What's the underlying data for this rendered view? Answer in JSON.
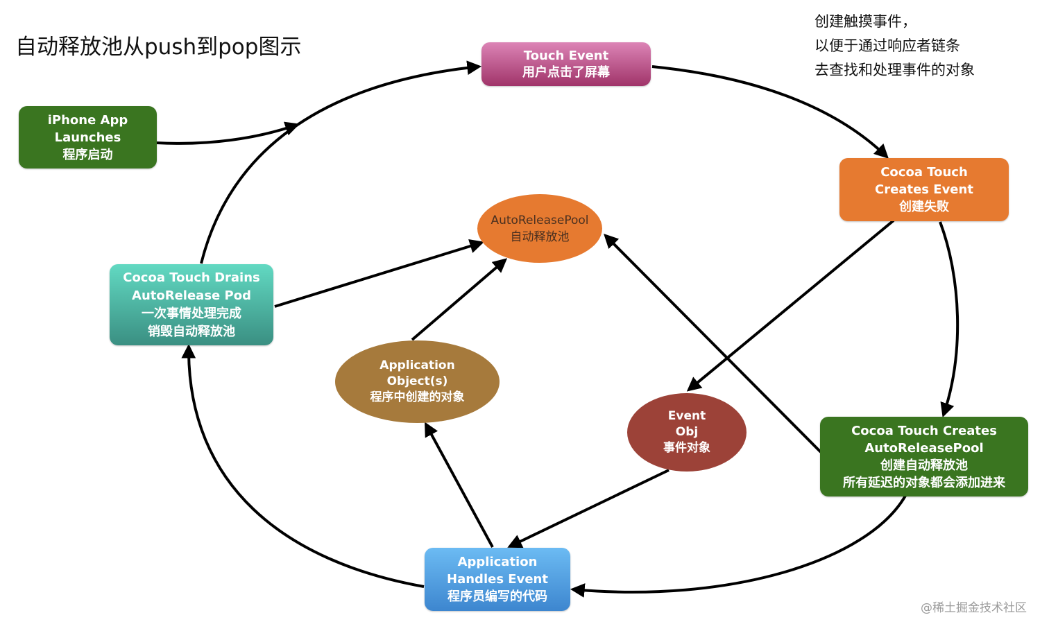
{
  "title": "自动释放池从push到pop图示",
  "note": {
    "lines": [
      "创建触摸事件，",
      "以便于通过响应者链条",
      "去查找和处理事件的对象"
    ]
  },
  "nodes": {
    "touch_event": {
      "lines": [
        "Touch Event",
        "用户点击了屏幕"
      ],
      "color": "#b5457e"
    },
    "app_launches": {
      "lines": [
        "iPhone App",
        "Launches",
        "程序启动"
      ],
      "color": "#3a7520"
    },
    "creates_event": {
      "lines": [
        "Cocoa Touch",
        "Creates Event",
        "创建失败"
      ],
      "color": "#e67a30"
    },
    "autorelease_pool": {
      "lines": [
        "AutoReleasePool",
        "自动释放池"
      ],
      "color": "#e67a30"
    },
    "drains": {
      "lines": [
        "Cocoa Touch Drains",
        "AutoRelease Pod",
        "一次事情处理完成",
        "销毁自动释放池"
      ],
      "color": "#4bb3a0"
    },
    "app_objects": {
      "lines": [
        "Application",
        "Object(s)",
        "程序中创建的对象"
      ],
      "color": "#a67a3c"
    },
    "event_obj": {
      "lines": [
        "Event",
        "Obj",
        "事件对象"
      ],
      "color": "#9c4238"
    },
    "creates_pool": {
      "lines": [
        "Cocoa Touch Creates",
        "AutoReleasePool",
        "创建自动释放池",
        "所有延迟的对象都会添加进来"
      ],
      "color": "#3a7520"
    },
    "handles_event": {
      "lines": [
        "Application",
        "Handles Event",
        "程序员编写的代码"
      ],
      "color": "#4a9be0"
    }
  },
  "edges": [
    {
      "from": "app_launches",
      "to": "drains_to_touch_curve"
    },
    {
      "from": "drains",
      "to": "touch_event"
    },
    {
      "from": "touch_event",
      "to": "creates_event"
    },
    {
      "from": "creates_event",
      "to": "creates_pool"
    },
    {
      "from": "creates_event",
      "to": "event_obj"
    },
    {
      "from": "creates_pool",
      "to": "autorelease_pool"
    },
    {
      "from": "creates_pool",
      "to": "handles_event"
    },
    {
      "from": "event_obj",
      "to": "handles_event"
    },
    {
      "from": "handles_event",
      "to": "app_objects"
    },
    {
      "from": "handles_event",
      "to": "drains"
    },
    {
      "from": "app_objects",
      "to": "autorelease_pool"
    },
    {
      "from": "drains",
      "to": "autorelease_pool"
    }
  ],
  "watermark": "@稀土掘金技术社区"
}
